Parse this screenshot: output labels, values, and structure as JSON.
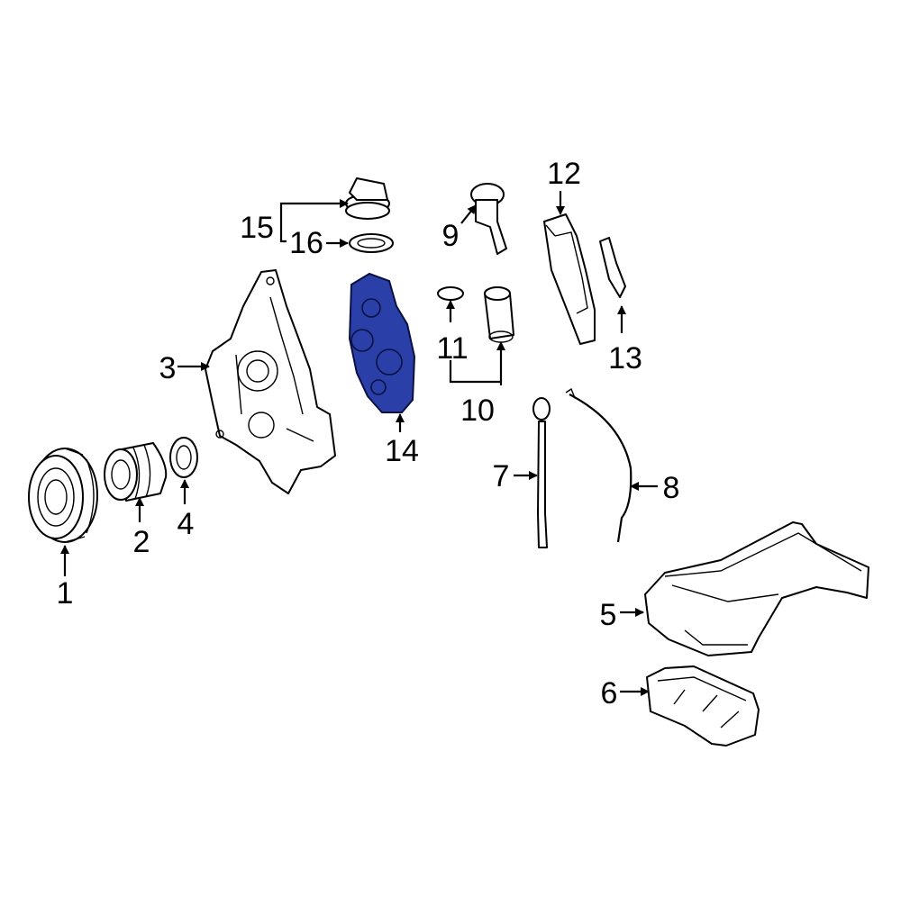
{
  "callouts": [
    {
      "id": "1",
      "label": "1"
    },
    {
      "id": "2",
      "label": "2"
    },
    {
      "id": "3",
      "label": "3"
    },
    {
      "id": "4",
      "label": "4"
    },
    {
      "id": "5",
      "label": "5"
    },
    {
      "id": "6",
      "label": "6"
    },
    {
      "id": "7",
      "label": "7"
    },
    {
      "id": "8",
      "label": "8"
    },
    {
      "id": "9",
      "label": "9"
    },
    {
      "id": "10",
      "label": "10"
    },
    {
      "id": "11",
      "label": "11"
    },
    {
      "id": "12",
      "label": "12"
    },
    {
      "id": "13",
      "label": "13"
    },
    {
      "id": "14",
      "label": "14"
    },
    {
      "id": "15",
      "label": "15"
    },
    {
      "id": "16",
      "label": "16"
    }
  ],
  "highlighted_part": "14",
  "colors": {
    "highlight": "#2a3fa8",
    "line": "#000000",
    "background": "#ffffff"
  }
}
